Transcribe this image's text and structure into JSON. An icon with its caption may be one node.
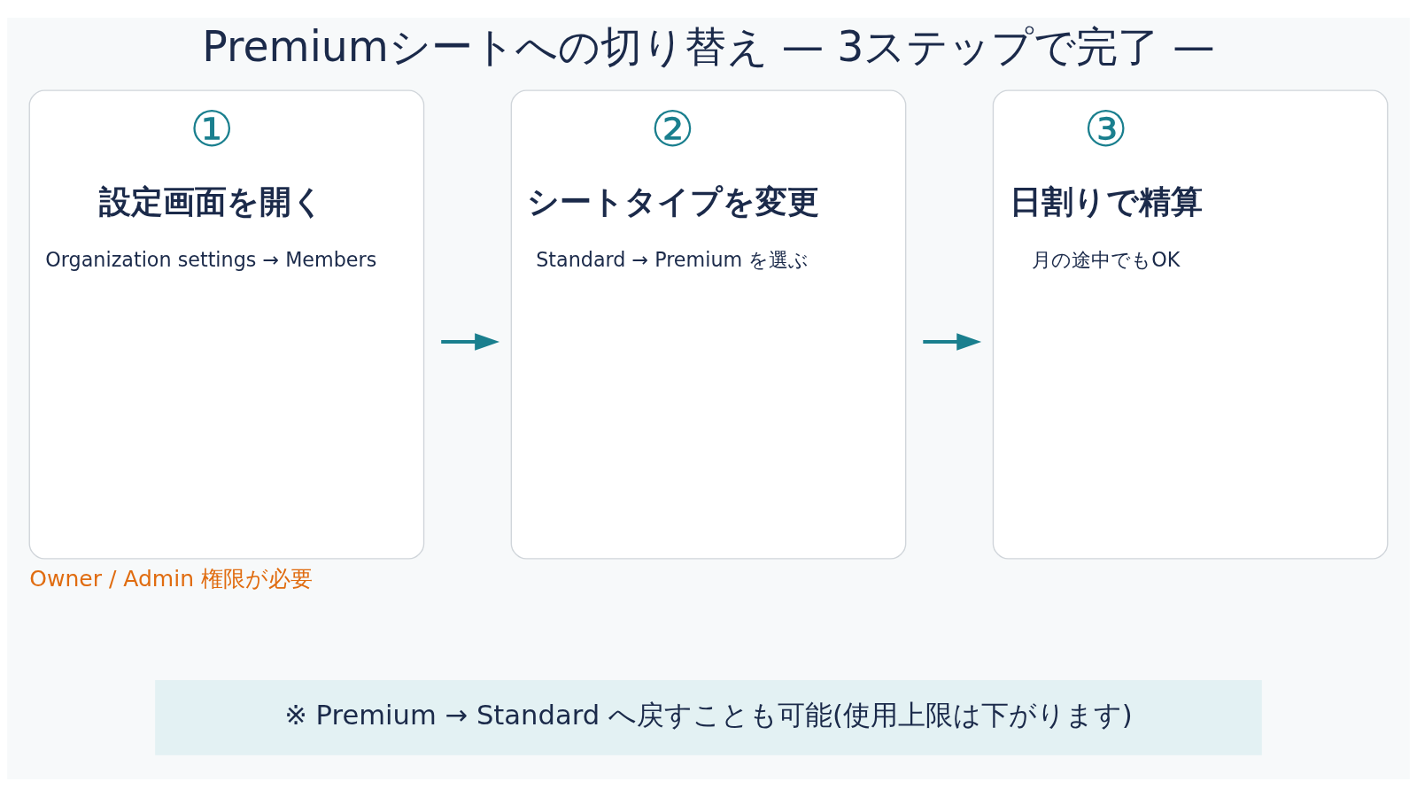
{
  "diagram": {
    "title": "Premiumシートへの切り替え — 3ステップで完了 —",
    "nodes": [
      {
        "text": [
          "①",
          "設定画面を開く",
          "Organization settings → Members"
        ],
        "beside": [
          "Owner / Admin 権限が必要"
        ]
      },
      {
        "text": [
          "②",
          "シートタイプを変更",
          "Standard → Premium を選ぶ"
        ]
      },
      {
        "text": [
          "③",
          "日割りで精算",
          "月の途中でもOK"
        ]
      }
    ],
    "edges": [
      {
        "from": 0,
        "to": 1,
        "arrow": "to"
      },
      {
        "from": 1,
        "to": 2,
        "arrow": "to"
      }
    ],
    "labels": [
      "※ Premium → Standard へ戻すことも可能(使用上限は下がります)"
    ]
  }
}
